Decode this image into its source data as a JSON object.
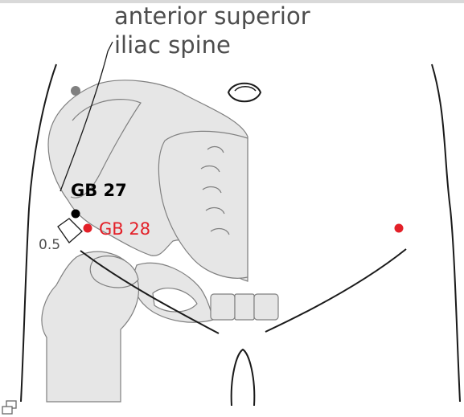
{
  "annotation": {
    "asis_line1": "anterior superior",
    "asis_line2": "iliac spine"
  },
  "points": {
    "gb27": "GB 27",
    "gb28": "GB 28",
    "distance": "0.5"
  },
  "colors": {
    "bone": "#e6e6e6",
    "outline": "#1a1a1a",
    "point_red": "#e32028",
    "point_black": "#000000",
    "marker_gray": "#808080",
    "label_gray": "#4d4d4d"
  },
  "icons": {
    "enlarge": "enlarge-icon"
  }
}
